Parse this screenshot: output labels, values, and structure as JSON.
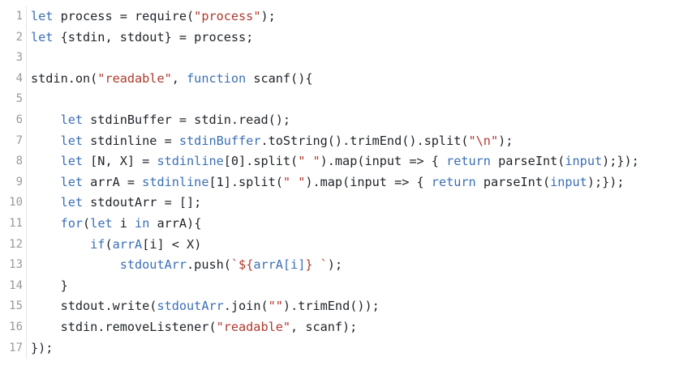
{
  "editor": {
    "line_numbers": [
      "1",
      "2",
      "3",
      "4",
      "5",
      "6",
      "7",
      "8",
      "9",
      "10",
      "11",
      "12",
      "13",
      "14",
      "15",
      "16",
      "17"
    ],
    "lines": [
      [
        {
          "t": "let",
          "c": "kw"
        },
        {
          "t": " process = require(",
          "c": "op"
        },
        {
          "t": "\"process\"",
          "c": "str"
        },
        {
          "t": ");",
          "c": "op"
        }
      ],
      [
        {
          "t": "let",
          "c": "kw"
        },
        {
          "t": " {stdin, stdout} = process;",
          "c": "op"
        }
      ],
      [],
      [
        {
          "t": "stdin.on(",
          "c": "op"
        },
        {
          "t": "\"readable\"",
          "c": "str"
        },
        {
          "t": ", ",
          "c": "op"
        },
        {
          "t": "function",
          "c": "kw"
        },
        {
          "t": " scanf(){",
          "c": "op"
        }
      ],
      [],
      [
        {
          "t": "    ",
          "c": "op"
        },
        {
          "t": "let",
          "c": "kw"
        },
        {
          "t": " stdinBuffer = stdin.read();",
          "c": "op"
        }
      ],
      [
        {
          "t": "    ",
          "c": "op"
        },
        {
          "t": "let",
          "c": "kw"
        },
        {
          "t": " stdinline = ",
          "c": "op"
        },
        {
          "t": "stdinBuffer",
          "c": "var"
        },
        {
          "t": ".toString().trimEnd().split(",
          "c": "op"
        },
        {
          "t": "\"\\n\"",
          "c": "str"
        },
        {
          "t": ");",
          "c": "op"
        }
      ],
      [
        {
          "t": "    ",
          "c": "op"
        },
        {
          "t": "let",
          "c": "kw"
        },
        {
          "t": " [N, X] = ",
          "c": "op"
        },
        {
          "t": "stdinline",
          "c": "var"
        },
        {
          "t": "[0].split(",
          "c": "op"
        },
        {
          "t": "\" \"",
          "c": "str"
        },
        {
          "t": ").map(input => { ",
          "c": "op"
        },
        {
          "t": "return",
          "c": "kw"
        },
        {
          "t": " parseInt(",
          "c": "op"
        },
        {
          "t": "input",
          "c": "var"
        },
        {
          "t": ");});",
          "c": "op"
        }
      ],
      [
        {
          "t": "    ",
          "c": "op"
        },
        {
          "t": "let",
          "c": "kw"
        },
        {
          "t": " arrA = ",
          "c": "op"
        },
        {
          "t": "stdinline",
          "c": "var"
        },
        {
          "t": "[1].split(",
          "c": "op"
        },
        {
          "t": "\" \"",
          "c": "str"
        },
        {
          "t": ").map(input => { ",
          "c": "op"
        },
        {
          "t": "return",
          "c": "kw"
        },
        {
          "t": " parseInt(",
          "c": "op"
        },
        {
          "t": "input",
          "c": "var"
        },
        {
          "t": ");});",
          "c": "op"
        }
      ],
      [
        {
          "t": "    ",
          "c": "op"
        },
        {
          "t": "let",
          "c": "kw"
        },
        {
          "t": " stdoutArr = [];",
          "c": "op"
        }
      ],
      [
        {
          "t": "    ",
          "c": "op"
        },
        {
          "t": "for",
          "c": "kw"
        },
        {
          "t": "(",
          "c": "op"
        },
        {
          "t": "let",
          "c": "kw"
        },
        {
          "t": " i ",
          "c": "op"
        },
        {
          "t": "in",
          "c": "kw"
        },
        {
          "t": " arrA){",
          "c": "op"
        }
      ],
      [
        {
          "t": "        ",
          "c": "op"
        },
        {
          "t": "if",
          "c": "kw"
        },
        {
          "t": "(",
          "c": "op"
        },
        {
          "t": "arrA",
          "c": "var"
        },
        {
          "t": "[i] < X)",
          "c": "op"
        }
      ],
      [
        {
          "t": "            ",
          "c": "op"
        },
        {
          "t": "stdoutArr",
          "c": "var"
        },
        {
          "t": ".push(",
          "c": "op"
        },
        {
          "t": "`${",
          "c": "tpl"
        },
        {
          "t": "arrA[i]",
          "c": "var"
        },
        {
          "t": "} `",
          "c": "tpl"
        },
        {
          "t": ");",
          "c": "op"
        }
      ],
      [
        {
          "t": "    }",
          "c": "op"
        }
      ],
      [
        {
          "t": "    stdout.write(",
          "c": "op"
        },
        {
          "t": "stdoutArr",
          "c": "var"
        },
        {
          "t": ".join(",
          "c": "op"
        },
        {
          "t": "\"\"",
          "c": "str"
        },
        {
          "t": ").trimEnd());",
          "c": "op"
        }
      ],
      [
        {
          "t": "    stdin.removeListener(",
          "c": "op"
        },
        {
          "t": "\"readable\"",
          "c": "str"
        },
        {
          "t": ", scanf);",
          "c": "op"
        }
      ],
      [
        {
          "t": "});",
          "c": "op"
        }
      ]
    ]
  },
  "colors": {
    "keyword": "#3b6fb6",
    "string": "#b03a2e",
    "text": "#1f2328",
    "line_number": "#9a9a9a"
  }
}
